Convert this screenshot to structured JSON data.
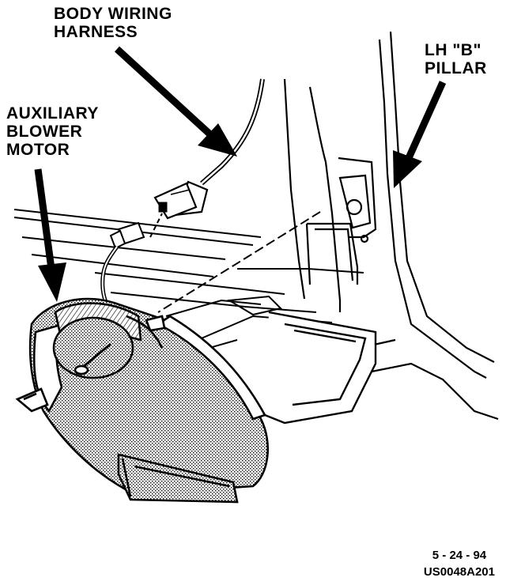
{
  "labels": {
    "harness": [
      "BODY WIRING",
      "HARNESS"
    ],
    "pillar": [
      "LH \"B\"",
      "PILLAR"
    ],
    "blower": [
      "AUXILIARY",
      "BLOWER",
      "MOTOR"
    ]
  },
  "caption": {
    "date": "5 - 24 - 94",
    "code": "US0048A201"
  }
}
